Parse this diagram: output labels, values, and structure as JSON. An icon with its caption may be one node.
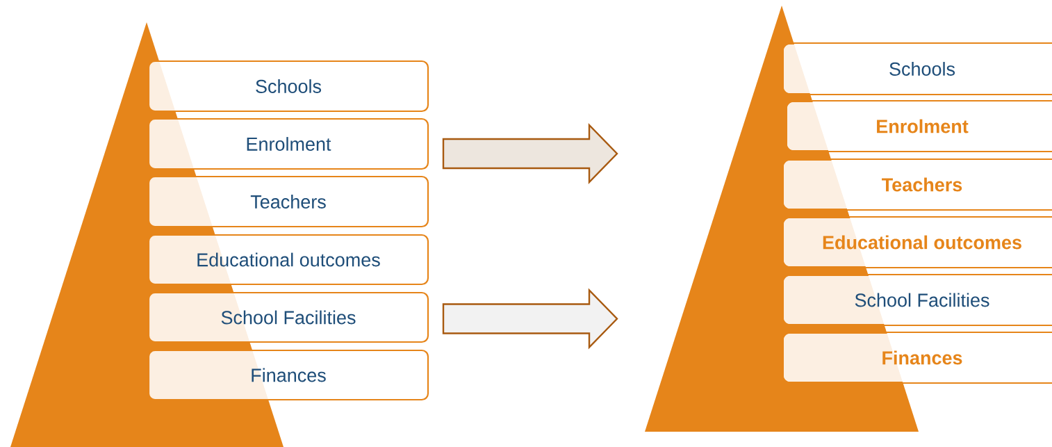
{
  "diagram": {
    "nodes": [
      {
        "text": [
          "Schools"
        ]
      },
      {
        "text": [
          "Enrolment"
        ]
      },
      {
        "text": [
          "Teachers"
        ]
      },
      {
        "text": [
          "Educational outcomes"
        ]
      },
      {
        "text": [
          "School Facilities"
        ]
      },
      {
        "text": [
          "Finances"
        ]
      },
      {
        "text": [
          "Schools"
        ]
      },
      {
        "text": [
          "Enrolment"
        ]
      },
      {
        "text": [
          "Teachers"
        ]
      },
      {
        "text": [
          "Educational outcomes"
        ]
      },
      {
        "text": [
          "School Facilities"
        ]
      },
      {
        "text": [
          "Finances"
        ]
      },
      {
        "text": [],
        "shape": "triangle"
      },
      {
        "text": [],
        "shape": "triangle"
      }
    ],
    "edges": [
      {
        "from": 1,
        "to": 7,
        "arrow": "to"
      },
      {
        "from": 4,
        "to": 10,
        "arrow": "to"
      }
    ]
  }
}
